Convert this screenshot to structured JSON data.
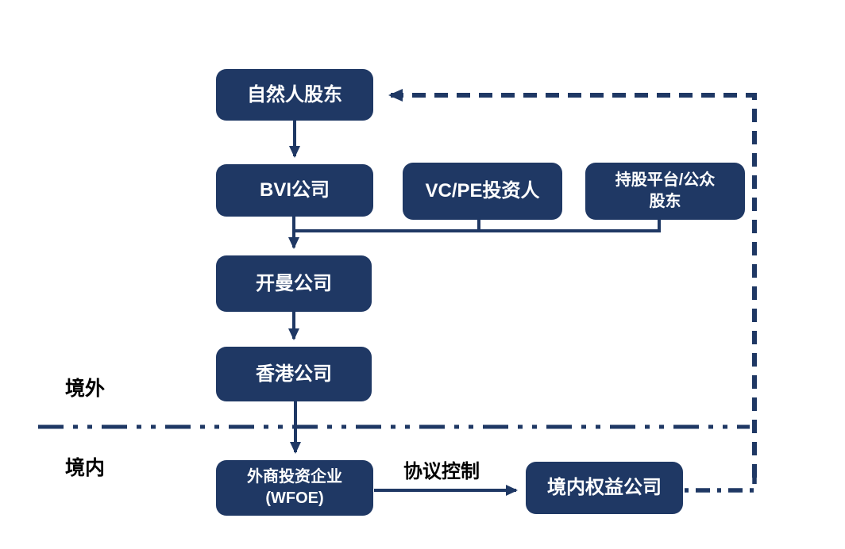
{
  "colors": {
    "node_fill": "#1f3864",
    "node_text": "#ffffff",
    "line": "#1f3864",
    "label_text": "#000000",
    "background": "#ffffff"
  },
  "regions": {
    "offshore": "境外",
    "onshore": "境内"
  },
  "edge_labels": {
    "vie_control": "协议控制"
  },
  "nodes": {
    "natural_person": {
      "label": "自然人股东"
    },
    "bvi": {
      "label": "BVI公司"
    },
    "vcpe": {
      "label": "VC/PE投资人"
    },
    "holding_platform": {
      "line1": "持股平台/公众",
      "line2": "股东"
    },
    "cayman": {
      "label": "开曼公司"
    },
    "hongkong": {
      "label": "香港公司"
    },
    "wfoe": {
      "line1": "外商投资企业",
      "line2": "(WFOE)"
    },
    "domestic_entity": {
      "label": "境内权益公司"
    }
  }
}
